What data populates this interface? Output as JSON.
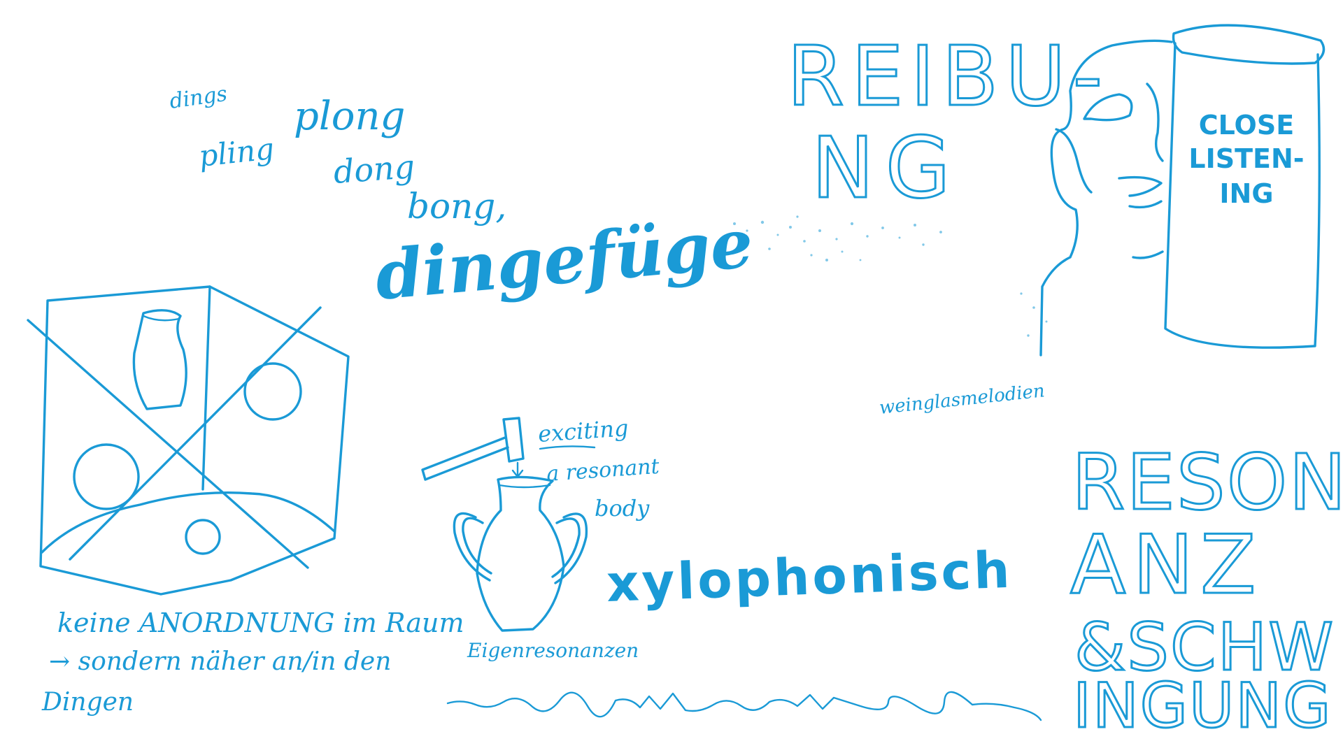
{
  "ink_color": "#1a9ad6",
  "background_color": "#ffffff",
  "onomatopoeia": {
    "dings": "dings",
    "plong": "plong",
    "pling": "pling",
    "dong": "dong",
    "bong": "bong,"
  },
  "dingefuege": "dingefüge",
  "reibung": {
    "line1": "REIBU-",
    "line2": "NG"
  },
  "close_listening": {
    "line1": "CLOSE",
    "line2": "LISTEN-",
    "line3": "ING"
  },
  "weinglasmelodien": "weinglasmelodien",
  "arrangement_note": {
    "line1": "keine ANORDNUNG im Raum",
    "line2": "→ sondern näher an/in den",
    "line3": "Dingen"
  },
  "vase_note": {
    "line1": "exciting",
    "line2": "a resonant",
    "line3": "body",
    "caption": "Eigenresonanzen"
  },
  "xylophonisch": "xylophonisch",
  "resonanz": {
    "line1": "RESON",
    "line2": "ANZ",
    "line3": "&SCHW",
    "line4": "INGUNG"
  }
}
